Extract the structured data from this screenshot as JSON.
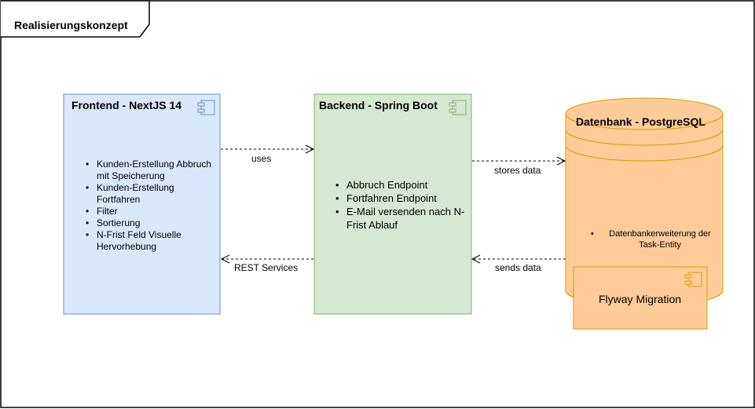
{
  "frame": {
    "title": "Realisierungskonzept"
  },
  "frontend": {
    "title": "Frontend - NextJS 14",
    "fill": "#dae8fc",
    "stroke": "#6c8ebf",
    "items": [
      "Kunden-Erstellung Abbruch mit Speicherung",
      "Kunden-Erstellung Fortfahren",
      "Filter",
      "Sortierung",
      "N-Frist Feld Visuelle Hervorhebung"
    ]
  },
  "backend": {
    "title": "Backend - Spring Boot",
    "fill": "#d5e8d4",
    "stroke": "#82b366",
    "items": [
      "Abbruch Endpoint",
      "Fortfahren Endpoint",
      "E-Mail versenden nach N-Frist Ablauf"
    ]
  },
  "database": {
    "title": "Datenbank - PostgreSQL",
    "fill": "#ffcc99",
    "stroke": "#d79b00",
    "items": [
      "Datenbankerweiterung der Task-Entity"
    ],
    "component": {
      "label": "Flyway Migration",
      "fill": "#ffcc99",
      "stroke": "#d79b00"
    }
  },
  "connections": {
    "uses": "uses",
    "rest_services": "REST Services",
    "stores_data": "stores data",
    "sends_data": "sends data"
  }
}
